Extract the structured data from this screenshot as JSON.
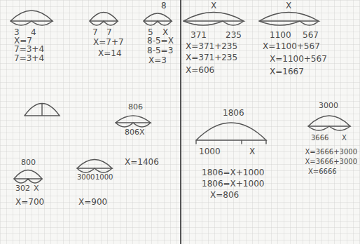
{
  "diagram": {
    "labels": [
      "3",
      "4",
      "X=7",
      "7=3+4",
      "7=3+4",
      "7",
      "7",
      "X=7+7",
      "X=14",
      "8",
      "5",
      "X",
      "8-5=X",
      "8-5=3",
      "X=3",
      "806",
      "806X",
      "X=1406",
      "800",
      "302",
      "X",
      "X=700",
      "3000",
      "1000",
      "X=900",
      "X",
      "371",
      "235",
      "X=371+235",
      "X=371+235",
      "X=606",
      "X",
      "1100",
      "567",
      "X=1100+567",
      "X=1100+567",
      "X=1667",
      "1806",
      "1000",
      "X",
      "1806=X+1000",
      "1806=X+1000",
      "X=806",
      "3000",
      "3666",
      "X",
      "X=3666+3000",
      "X=3666+3000",
      "X=6666"
    ]
  }
}
